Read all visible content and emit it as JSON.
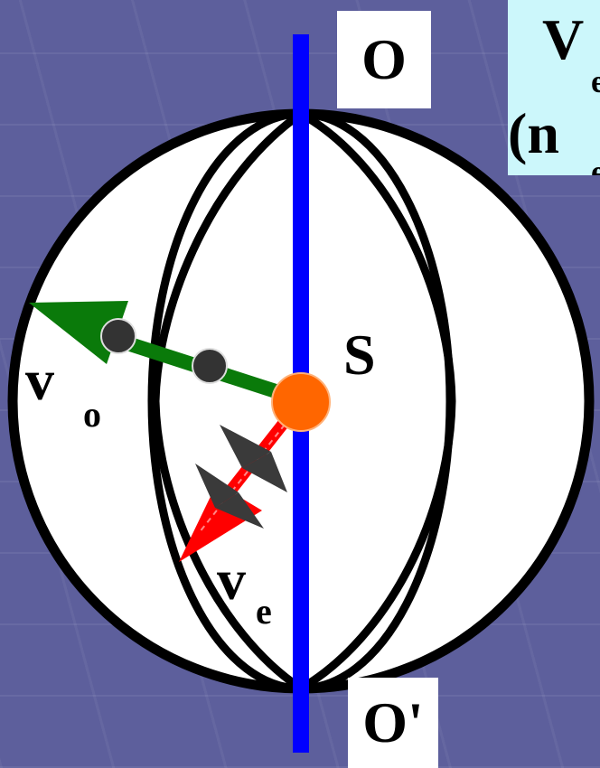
{
  "labels": {
    "top_point": "O",
    "bottom_point": "O'",
    "center_point": "S",
    "vector_o_main": "v",
    "vector_o_sub": "o",
    "vector_e_main": "v",
    "vector_e_sub": "e"
  },
  "formula": {
    "line1_main": "V",
    "line1_sub": "e",
    "line2_main": "(n",
    "line2_sub": "e"
  },
  "colors": {
    "axis": "#0000ff",
    "vector_o": "#0a7a0a",
    "vector_e": "#ff0000",
    "star_center": "#ff6600",
    "sphere_fill": "#ffffff",
    "sphere_stroke": "#000000",
    "wave_marker": "#3a3a3a",
    "formula_bg": "#ccf7fb"
  }
}
